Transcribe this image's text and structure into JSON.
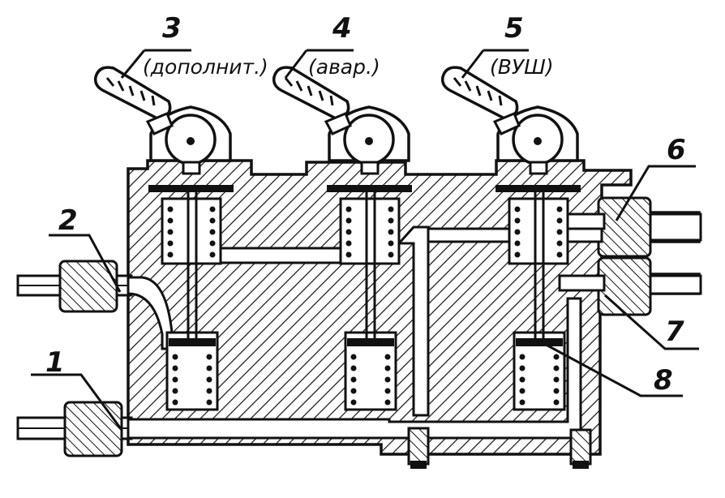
{
  "colors": {
    "ink": "#111111",
    "paper": "#ffffff"
  },
  "callouts": [
    {
      "id": "1",
      "text": "1"
    },
    {
      "id": "2",
      "text": "2"
    },
    {
      "id": "3",
      "text": "3",
      "note": "(дополнит.)"
    },
    {
      "id": "4",
      "text": "4",
      "note": "(авар.)"
    },
    {
      "id": "5",
      "text": "5",
      "note": "(ВУШ)"
    },
    {
      "id": "6",
      "text": "6"
    },
    {
      "id": "7",
      "text": "7"
    },
    {
      "id": "8",
      "text": "8"
    }
  ]
}
